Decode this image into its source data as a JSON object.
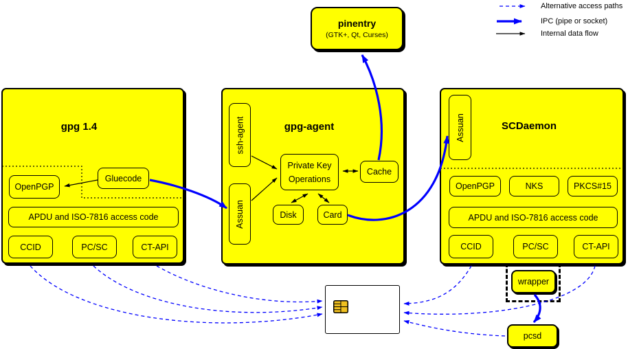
{
  "legend": {
    "items": [
      {
        "label": "Alternative access paths",
        "style": "dashed-blue"
      },
      {
        "label": "IPC (pipe or socket)",
        "style": "thick-blue"
      },
      {
        "label": "Internal data flow",
        "style": "thin-black"
      }
    ]
  },
  "pinentry": {
    "title": "pinentry",
    "subtitle": "(GTK+, Qt, Curses)"
  },
  "gpg14": {
    "title": "gpg 1.4",
    "gluecode": "Gluecode",
    "openpgp": "OpenPGP",
    "apdu": "APDU and ISO-7816 access code",
    "ccid": "CCID",
    "pcsc": "PC/SC",
    "ctapi": "CT-API"
  },
  "gpg_agent": {
    "title": "gpg-agent",
    "ssh_agent": "ssh-agent",
    "assuan": "Assuan",
    "private_key_ops_line1": "Private Key",
    "private_key_ops_line2": "Operations",
    "cache": "Cache",
    "disk": "Disk",
    "card": "Card"
  },
  "scdaemon": {
    "title": "SCDaemon",
    "assuan": "Assuan",
    "openpgp": "OpenPGP",
    "nks": "NKS",
    "pkcs15": "PKCS#15",
    "apdu": "APDU and ISO-7816 access code",
    "ccid": "CCID",
    "pcsc": "PC/SC",
    "ctapi": "CT-API"
  },
  "external": {
    "wrapper": "wrapper",
    "pcsd": "pcsd"
  },
  "icons": {
    "smartcard_chip": "smartcard-chip-icon"
  },
  "colors": {
    "node_fill": "#ffff00",
    "border": "#000000",
    "ipc_arrow": "#0000ff",
    "alt_path_arrow": "#0000ff",
    "internal_arrow": "#000000",
    "chip": "#f0c020"
  }
}
